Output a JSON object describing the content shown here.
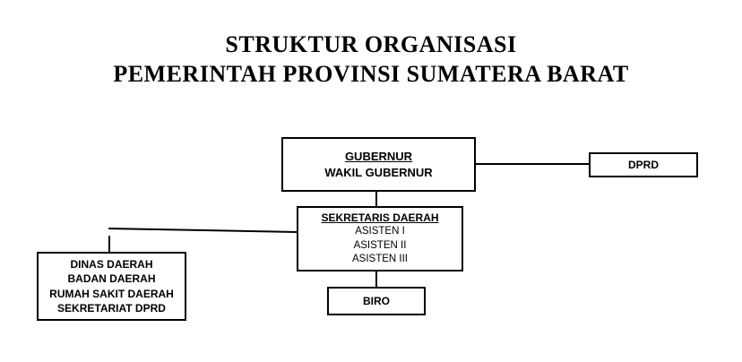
{
  "title": {
    "line1": "STRUKTUR ORGANISASI",
    "line2": "PEMERINTAH PROVINSI SUMATERA BARAT"
  },
  "colors": {
    "background": "#ffffff",
    "stroke": "#000000",
    "text": "#000000"
  },
  "chart_data": {
    "type": "diagram",
    "title": "STRUKTUR ORGANISASI PEMERINTAH PROVINSI SUMATERA BARAT",
    "nodes": [
      {
        "id": "gubernur",
        "lines": [
          "GUBERNUR",
          "WAKIL GUBERNUR"
        ],
        "styles": [
          "head",
          "strong"
        ]
      },
      {
        "id": "dprd",
        "lines": [
          "DPRD"
        ],
        "styles": [
          "strong"
        ]
      },
      {
        "id": "sekretaris",
        "lines": [
          "SEKRETARIS DAERAH",
          "ASISTEN I",
          "ASISTEN II",
          "ASISTEN III"
        ],
        "styles": [
          "head",
          "plain",
          "plain",
          "plain"
        ]
      },
      {
        "id": "dinas",
        "lines": [
          "DINAS DAERAH",
          "BADAN DAERAH",
          "RUMAH SAKIT DAERAH",
          "SEKRETARIAT DPRD"
        ],
        "styles": [
          "strong",
          "strong",
          "strong",
          "strong"
        ]
      },
      {
        "id": "biro",
        "lines": [
          "BIRO"
        ],
        "styles": [
          "strong"
        ]
      }
    ],
    "edges": [
      {
        "from": "gubernur",
        "to": "dprd",
        "kind": "horizontal"
      },
      {
        "from": "gubernur",
        "to": "sekretaris",
        "kind": "vertical"
      },
      {
        "from": "sekretaris",
        "to": "biro",
        "kind": "vertical"
      },
      {
        "from": "sekretaris",
        "to": "dinas",
        "kind": "elbow"
      }
    ]
  },
  "nodes": {
    "gubernur": {
      "line1": "GUBERNUR",
      "line2": "WAKIL GUBERNUR"
    },
    "dprd": {
      "line1": "DPRD"
    },
    "sekretaris": {
      "line1": "SEKRETARIS DAERAH",
      "line2": "ASISTEN I",
      "line3": "ASISTEN II",
      "line4": "ASISTEN III"
    },
    "dinas": {
      "line1": "DINAS DAERAH",
      "line2": "BADAN DAERAH",
      "line3": "RUMAH SAKIT DAERAH",
      "line4": "SEKRETARIAT DPRD"
    },
    "biro": {
      "line1": "BIRO"
    }
  }
}
